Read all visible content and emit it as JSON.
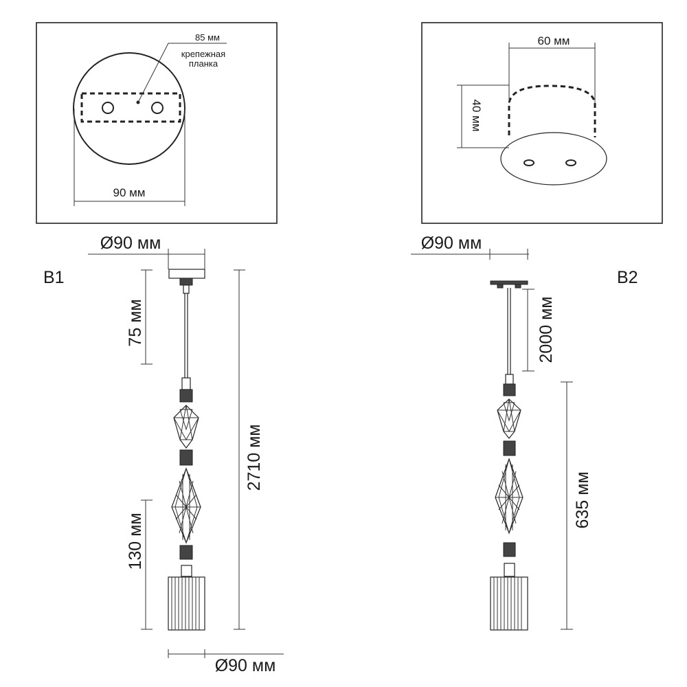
{
  "top_left_panel": {
    "plate_width_label": "85 мм",
    "plate_name_line1": "крепежная",
    "plate_name_line2": "планка",
    "canopy_width_label": "90 мм"
  },
  "top_right_panel": {
    "width_label": "60 мм",
    "height_label": "40 мм"
  },
  "b1": {
    "variant_label": "B1",
    "canopy_diameter_label": "Ø90 мм",
    "canopy_offset_label": "75 мм",
    "total_height_label": "2710 мм",
    "shade_height_label": "130 мм",
    "shade_diameter_label": "Ø90 мм"
  },
  "b2": {
    "variant_label": "B2",
    "canopy_diameter_label": "Ø90 мм",
    "cable_length_label": "2000 мм",
    "body_height_label": "635 мм"
  }
}
